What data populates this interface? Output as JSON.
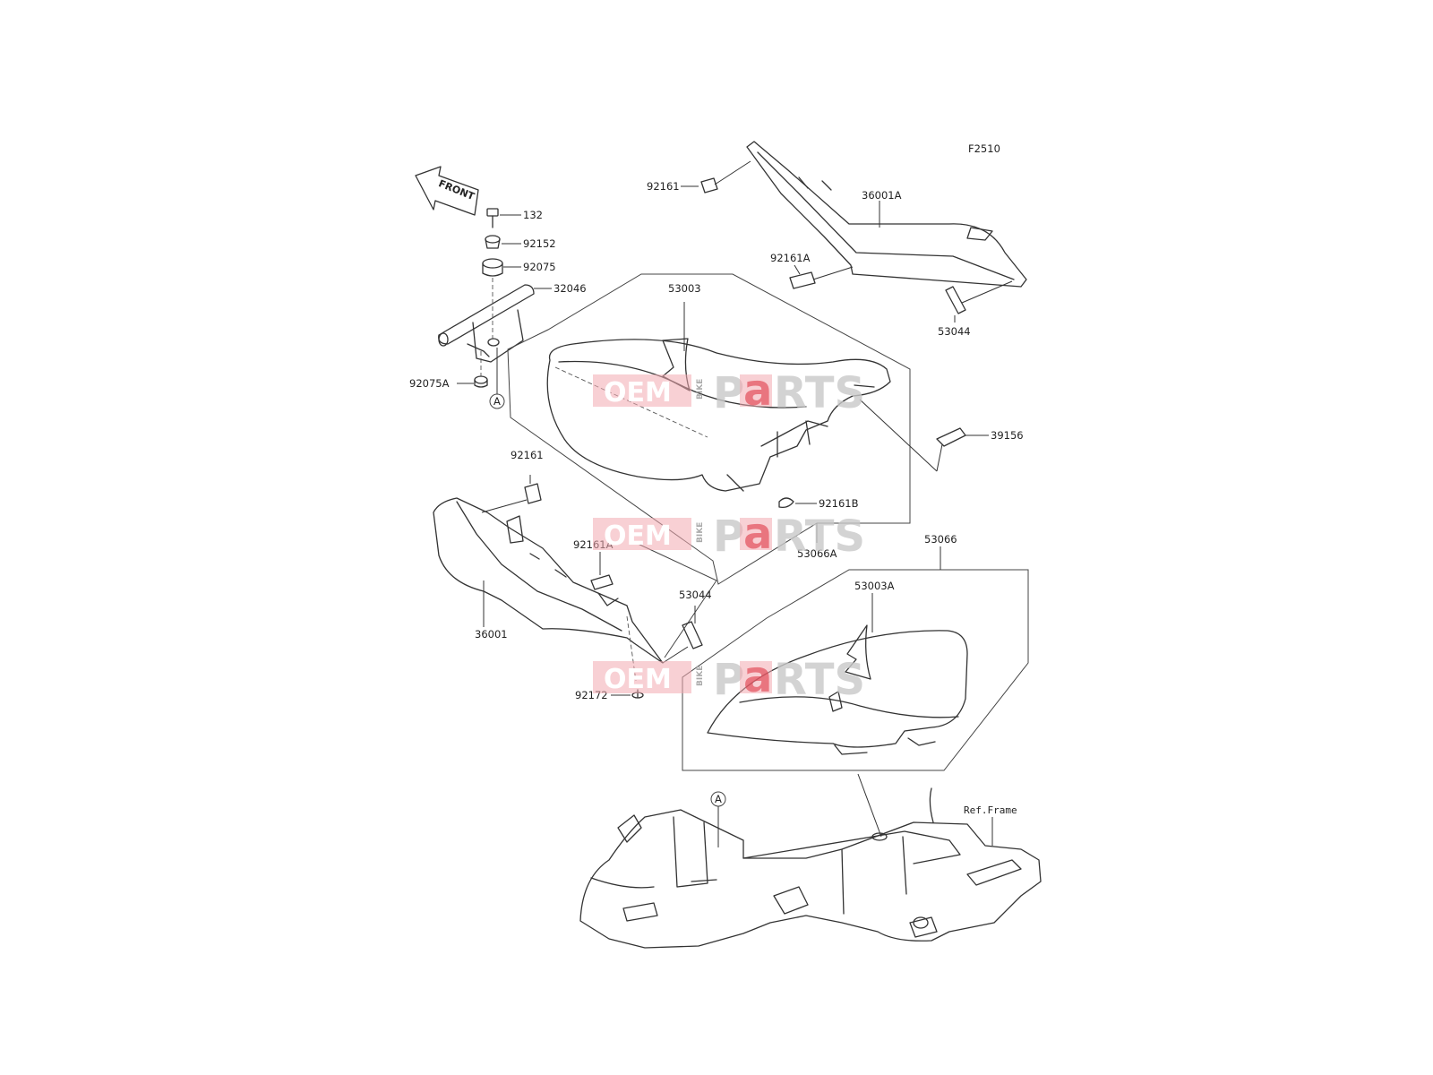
{
  "figure_code": "F2510",
  "front_label": "FRONT",
  "ref_frame_label": "Ref.Frame",
  "ref_marker": "A",
  "watermark": {
    "oem": "OEM",
    "bike": "BIKE",
    "parts_p": "P",
    "parts_a": "a",
    "parts_rts": "RTS"
  },
  "labels": {
    "p132": "132",
    "p92152": "92152",
    "p92075": "92075",
    "p32046": "32046",
    "p92075A": "92075A",
    "p92161_top": "92161",
    "p36001A": "36001A",
    "p92161A_top": "92161A",
    "p53044_top": "53044",
    "p53003": "53003",
    "p39156": "39156",
    "p92161B": "92161B",
    "p53066A": "53066A",
    "p92161_left": "92161",
    "p92161A_left": "92161A",
    "p53044_mid": "53044",
    "p36001": "36001",
    "p92172": "92172",
    "p53066": "53066",
    "p53003A": "53003A"
  }
}
